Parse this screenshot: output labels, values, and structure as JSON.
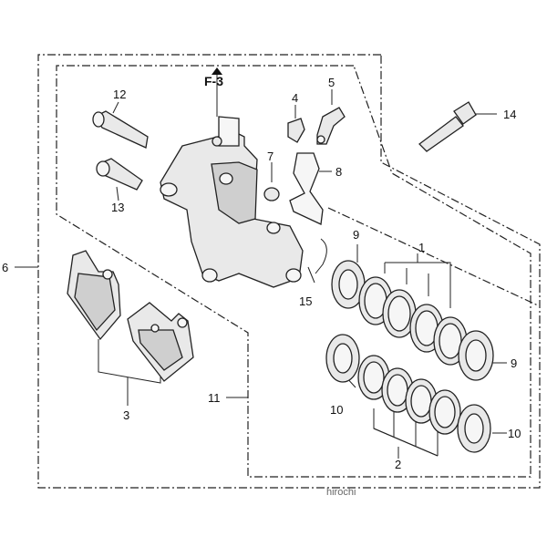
{
  "figure_ref": "F-3",
  "watermark": "hirochi",
  "callouts": {
    "c1": "1",
    "c2": "2",
    "c3": "3",
    "c4": "4",
    "c5": "5",
    "c6": "6",
    "c7": "7",
    "c8": "8",
    "c9a": "9",
    "c9b": "9",
    "c10a": "10",
    "c10b": "10",
    "c11": "11",
    "c12": "12",
    "c13": "13",
    "c14": "14",
    "c15": "15"
  }
}
